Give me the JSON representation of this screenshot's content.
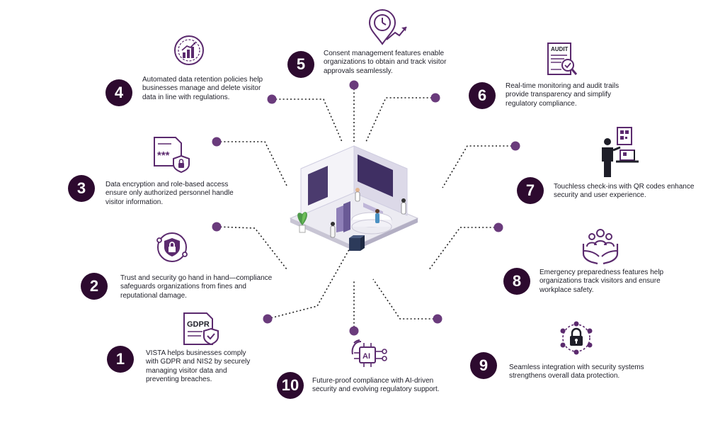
{
  "colors": {
    "accent": "#5b2a6e",
    "badge": "#2d0a2f",
    "dot": "#6a3b7c",
    "text": "#1e1e28"
  },
  "items": [
    {
      "number": "1",
      "text": "VISTA helps businesses comply with GDPR and NIS2 by securely managing visitor data and preventing breaches.",
      "icon": "gdpr-document-check-icon",
      "icon_label": "GDPR"
    },
    {
      "number": "2",
      "text": "Trust and security go hand in hand—compliance safeguards organizations from fines and reputational damage.",
      "icon": "shield-lock-network-icon"
    },
    {
      "number": "3",
      "text": "Data encryption and role-based access ensure only authorized personnel handle visitor information.",
      "icon": "password-document-lock-icon",
      "icon_label": "***"
    },
    {
      "number": "4",
      "text": "Automated data retention policies help businesses manage and delete visitor data in line with regulations.",
      "icon": "analytics-chart-icon"
    },
    {
      "number": "5",
      "text": "Consent management features enable organizations to obtain and track visitor approvals seamlessly.",
      "icon": "clock-location-arrow-icon"
    },
    {
      "number": "6",
      "text": "Real-time monitoring and audit trails provide transparency and simplify regulatory compliance.",
      "icon": "audit-report-magnifier-icon",
      "icon_label": "AUDIT"
    },
    {
      "number": "7",
      "text": "Touchless check-ins with QR codes enhance security and user experience.",
      "icon": "person-qr-scan-icon"
    },
    {
      "number": "8",
      "text": "Emergency preparedness features help organizations track visitors and ensure workplace safety.",
      "icon": "group-in-hands-icon"
    },
    {
      "number": "9",
      "text": "Seamless integration with security systems strengthens overall data protection.",
      "icon": "lock-network-icon"
    },
    {
      "number": "10",
      "text": "Future-proof compliance with AI-driven security and evolving regulatory support.",
      "icon": "ai-chip-icon",
      "icon_label": "AI"
    }
  ],
  "center_illustration": "isometric-visitor-kiosk-illustration"
}
